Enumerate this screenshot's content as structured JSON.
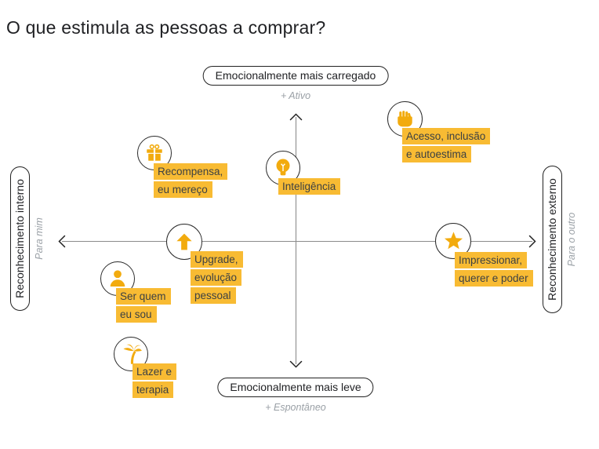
{
  "title": "O que estimula as pessoas a comprar?",
  "colors": {
    "highlight": "#F8BB33",
    "icon": "#F2AB0E",
    "ink": "#202124",
    "muted": "#9AA0A6",
    "axis": "#8C8C8C"
  },
  "axes": {
    "top": {
      "label": "Emocionalmente mais carregado",
      "caption": "+ Ativo"
    },
    "bottom": {
      "label": "Emocionalmente mais leve",
      "caption": "+ Espontâneo"
    },
    "left": {
      "label": "Reconhecimento interno",
      "caption": "Para mim"
    },
    "right": {
      "label": "Reconhecimento externo",
      "caption": "Para o outro"
    }
  },
  "nodes": [
    {
      "name": "recompensa",
      "icon": "gift-icon",
      "lines": [
        "Recompensa,",
        "eu mereço"
      ]
    },
    {
      "name": "inteligencia",
      "icon": "lightbulb-icon",
      "lines": [
        "Inteligência"
      ]
    },
    {
      "name": "acesso",
      "icon": "raised-fist-icon",
      "lines": [
        "Acesso, inclusão",
        "e autoestima"
      ]
    },
    {
      "name": "upgrade",
      "icon": "arrow-up-icon",
      "lines": [
        "Upgrade,",
        "evolução",
        "pessoal"
      ]
    },
    {
      "name": "ser-quem",
      "icon": "person-icon",
      "lines": [
        "Ser quem",
        "eu sou"
      ]
    },
    {
      "name": "impressionar",
      "icon": "star-icon",
      "lines": [
        "Impressionar,",
        "querer e poder"
      ]
    },
    {
      "name": "lazer",
      "icon": "palm-tree-icon",
      "lines": [
        "Lazer e",
        "terapia"
      ]
    }
  ]
}
